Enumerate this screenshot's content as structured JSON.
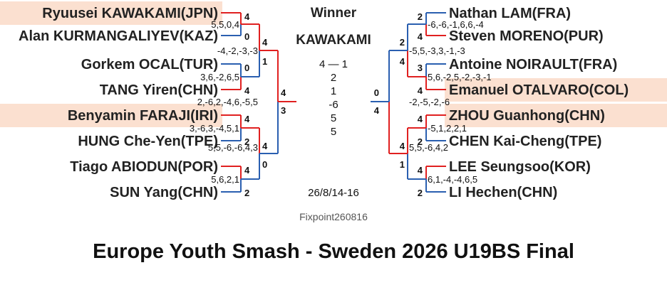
{
  "title": "Europe Youth Smash - Sweden 2026 U19BS Final",
  "watermark": "Fixpoint260816",
  "date": "26/8/14-16",
  "winner_label": "Winner",
  "winner_name": "KAWAKAMI",
  "final_games": [
    "4 — 1",
    "2",
    "1",
    "-6",
    "5",
    "5"
  ],
  "colors": {
    "winner_line": "#e02020",
    "loser_line": "#2a5fb0",
    "highlight": "#fbe0d0"
  },
  "left": {
    "players": [
      {
        "name": "Ryuusei KAWAKAMI(JPN)",
        "highlight": true
      },
      {
        "name": "Alan KURMANGALIYEV(KAZ)",
        "highlight": false
      },
      {
        "name": "Gorkem OCAL(TUR)",
        "highlight": false
      },
      {
        "name": "TANG Yiren(CHN)",
        "highlight": false
      },
      {
        "name": "Benyamin FARAJI(IRI)",
        "highlight": true
      },
      {
        "name": "HUNG Che-Yen(TPE)",
        "highlight": false
      },
      {
        "name": "Tiago ABIODUN(POR)",
        "highlight": false
      },
      {
        "name": "SUN Yang(CHN)",
        "highlight": false
      }
    ],
    "r1_scores": [
      "5,5,0,4",
      "3,6,-2,6,5",
      "3,-6,3,-4,5,1",
      "5,6,2,1"
    ],
    "r1_results": [
      [
        "4",
        "0"
      ],
      [
        "0",
        "4"
      ],
      [
        "4",
        "2"
      ],
      [
        "4",
        "2"
      ]
    ],
    "r2_scores": [
      "-4,-2,-3,-3",
      "5,5,-6,-6,4,3"
    ],
    "r2_results": [
      [
        "4",
        "1"
      ],
      [
        "4",
        "0"
      ]
    ],
    "sf_score": "2,-6,2,-4,6,-5,5",
    "sf_result": [
      "4",
      "3"
    ]
  },
  "right": {
    "players": [
      {
        "name": "Nathan LAM(FRA)",
        "highlight": false
      },
      {
        "name": "Steven MORENO(PUR)",
        "highlight": false
      },
      {
        "name": "Antoine NOIRAULT(FRA)",
        "highlight": false
      },
      {
        "name": "Emanuel OTALVARO(COL)",
        "highlight": true
      },
      {
        "name": "ZHOU Guanhong(CHN)",
        "highlight": true
      },
      {
        "name": "CHEN Kai-Cheng(TPE)",
        "highlight": false
      },
      {
        "name": "LEE Seungsoo(KOR)",
        "highlight": false
      },
      {
        "name": "LI Hechen(CHN)",
        "highlight": false
      }
    ],
    "r1_scores": [
      "-6,-6,-1,6,6,-4",
      "5,6,-2,5,-2,-3,-1",
      "-5,1,2,2,1",
      "6,1,-4,-4,6,5"
    ],
    "r1_results": [
      [
        "2",
        "4"
      ],
      [
        "3",
        "4"
      ],
      [
        "4",
        "2"
      ],
      [
        "4",
        "2"
      ]
    ],
    "r2_scores": [
      "-5,5,-3,3,-1,-3",
      "5,5,-6,4,2"
    ],
    "r2_results": [
      [
        "2",
        "4"
      ],
      [
        "4",
        "1"
      ]
    ],
    "sf_score": "-2,-5,-2,-6",
    "sf_result": [
      "0",
      "4"
    ]
  }
}
